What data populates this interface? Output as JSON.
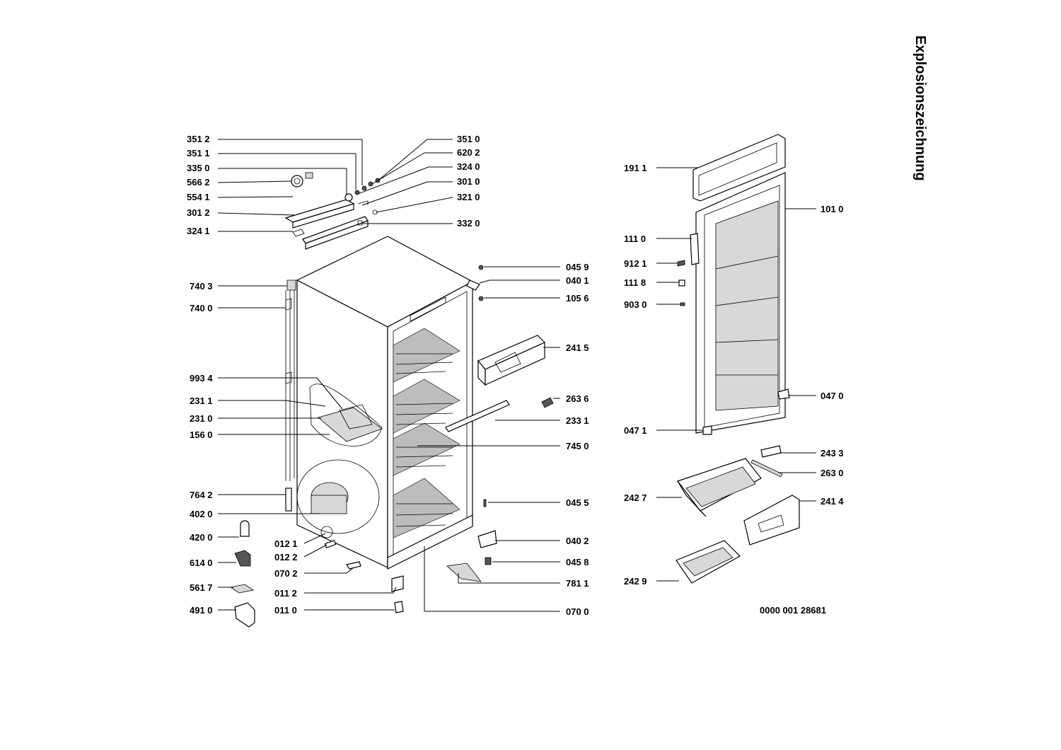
{
  "title": "Explosionszeichnung",
  "drawing_number": "0000 001 28681",
  "labels": {
    "p3512": "351 2",
    "p3511": "351 1",
    "p3350": "335 0",
    "p5662": "566 2",
    "p5541": "554 1",
    "p3012": "301 2",
    "p3241": "324 1",
    "p3510": "351 0",
    "p6202": "620 2",
    "p3240": "324 0",
    "p3010": "301 0",
    "p3210": "321 0",
    "p3320": "332 0",
    "p7403": "740 3",
    "p7400": "740 0",
    "p9934": "993 4",
    "p2311": "231 1",
    "p2310": "231 0",
    "p1560": "156 0",
    "p7642": "764 2",
    "p4020": "402 0",
    "p4200": "420 0",
    "p6140": "614 0",
    "p5617": "561 7",
    "p4910": "491 0",
    "p0121": "012 1",
    "p0122": "012 2",
    "p0702": "070 2",
    "p0112": "011 2",
    "p0110": "011 0",
    "p0459": "045 9",
    "p0401": "040 1",
    "p1056": "105 6",
    "p2415": "241 5",
    "p2636": "263 6",
    "p2331": "233 1",
    "p7450": "745 0",
    "p0455": "045 5",
    "p0402": "040 2",
    "p0458": "045 8",
    "p7811": "781 1",
    "p0700": "070 0",
    "p1911": "191 1",
    "p1010": "101 0",
    "p1110": "111 0",
    "p9121": "912 1",
    "p1118": "111 8",
    "p9030": "903 0",
    "p0470": "047 0",
    "p0471": "047 1",
    "p2433": "243 3",
    "p2630": "263 0",
    "p2427": "242 7",
    "p2414": "241 4",
    "p2429": "242 9"
  }
}
